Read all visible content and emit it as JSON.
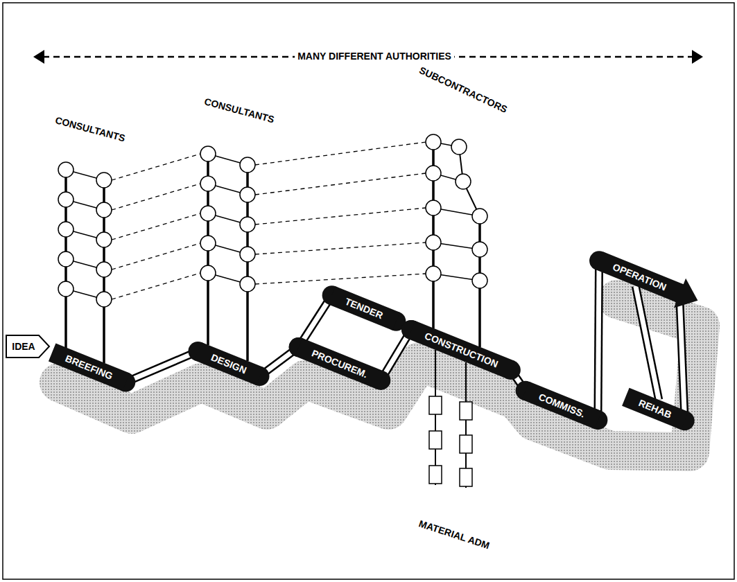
{
  "diagram": {
    "nodes": [
      {
        "text": [
          "IDEA"
        ]
      },
      {
        "text": [
          "BREEFING"
        ]
      },
      {
        "text": [
          "DESIGN"
        ]
      },
      {
        "text": [
          "PROCUREM."
        ]
      },
      {
        "text": [
          "TENDER"
        ]
      },
      {
        "text": [
          "CONSTRUCTION"
        ]
      },
      {
        "text": [
          "COMMISS."
        ]
      },
      {
        "text": [
          "OPERATION"
        ]
      },
      {
        "text": [
          "REHAB"
        ]
      }
    ],
    "edges": [
      {
        "from": 1,
        "to": 2,
        "arrow": "none"
      },
      {
        "from": 2,
        "to": 3,
        "arrow": "none"
      },
      {
        "from": 3,
        "to": 4,
        "arrow": "none"
      },
      {
        "from": 4,
        "to": 5,
        "arrow": "none"
      },
      {
        "from": 3,
        "to": 5,
        "arrow": "none"
      },
      {
        "from": 5,
        "to": 6,
        "arrow": "none"
      },
      {
        "from": 6,
        "to": 7,
        "arrow": "none"
      },
      {
        "from": 7,
        "to": 8,
        "arrow": "none"
      },
      {
        "from": 8,
        "to": 7,
        "arrow": "none"
      }
    ],
    "labels": [
      "MANY DIFFERENT AUTHORITIES",
      "CONSULTANTS",
      "CONSULTANTS",
      "SUBCONTRACTORS",
      "MATERIAL ADM"
    ]
  }
}
